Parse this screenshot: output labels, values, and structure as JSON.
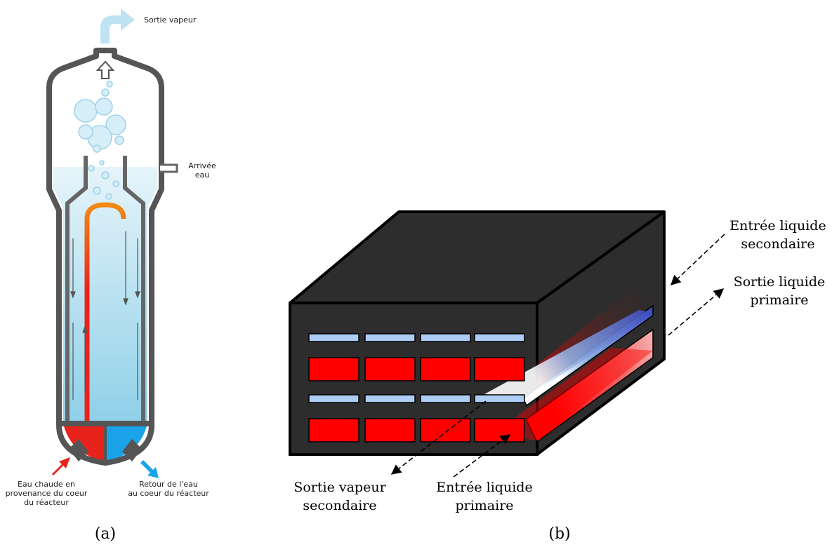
{
  "panel_a": {
    "caption": "(a)",
    "labels": {
      "steam_out": "Sortie vapeur",
      "water_in_1": "Arrivée",
      "water_in_2": "eau",
      "hot_in_1": "Eau chaude en",
      "hot_in_2": "provenance du coeur",
      "hot_in_3": "du réacteur",
      "return_1": "Retour de l'eau",
      "return_2": "au coeur du réacteur"
    }
  },
  "panel_b": {
    "caption": "(b)",
    "labels": {
      "sec_in_1": "Entrée liquide",
      "sec_in_2": "secondaire",
      "prim_out_1": "Sortie liquide",
      "prim_out_2": "primaire",
      "vap_out_1": "Sortie vapeur",
      "vap_out_2": "secondaire",
      "prim_in_1": "Entrée liquide",
      "prim_in_2": "primaire"
    }
  },
  "colors": {
    "hot": "#e8231b",
    "cold": "#1aa3e8",
    "steam": "#bfe3f2",
    "shell": "#555555",
    "block": "#2d2d2d",
    "channel_red": "#ff0000",
    "channel_blue": "#aecdf5"
  }
}
